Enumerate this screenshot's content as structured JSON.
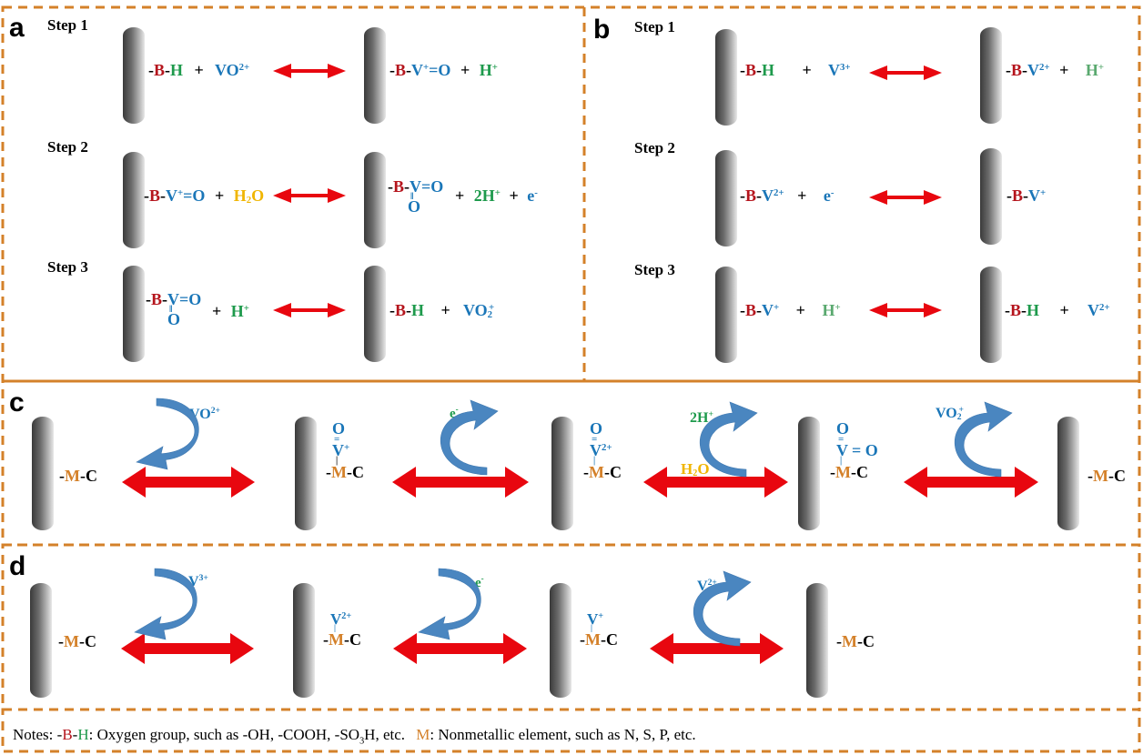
{
  "colors": {
    "frame": "#d4812a",
    "arrow": "#e8070f",
    "curved_arrow": "#4a86c0",
    "B": "#b5151d",
    "H": "#1e9a4c",
    "V": "#1a76b8",
    "H2O": "#f0b500",
    "M": "#d4812a"
  },
  "panels": {
    "a": {
      "letter": "a",
      "steps": [
        {
          "label": "Step 1",
          "left": {
            "B": "B",
            "H": "H",
            "plus": "+",
            "reagent": "VO",
            "reagent_sup": "2+"
          },
          "right": {
            "B": "B",
            "V": "V",
            "V_sup": "+",
            "bond": "=O",
            "plus": "+",
            "product": "H",
            "product_sup": "+"
          }
        },
        {
          "label": "Step 2",
          "left": {
            "B": "B",
            "V": "V",
            "V_sup": "+",
            "bond": "=O",
            "plus": "+",
            "reagent": "H",
            "reagent_sub": "2",
            "reagent_tail": "O"
          },
          "right": {
            "B": "B",
            "V": "V",
            "bond": "=O",
            "below": "O",
            "plus1": "+",
            "product1": "2H",
            "product1_sup": "+",
            "plus2": "+",
            "product2": "e",
            "product2_sup": "-"
          }
        },
        {
          "label": "Step 3",
          "left": {
            "B": "B",
            "V": "V",
            "bond": "=O",
            "below": "O",
            "plus": "+",
            "reagent": "H",
            "reagent_sup": "+"
          },
          "right": {
            "B": "B",
            "H": "H",
            "plus": "+",
            "product": "VO",
            "product_sub": "2",
            "product_sup": "+"
          }
        }
      ]
    },
    "b": {
      "letter": "b",
      "steps": [
        {
          "label": "Step 1",
          "left": {
            "B": "B",
            "H": "H",
            "plus": "+",
            "reagent": "V",
            "reagent_sup": "3+"
          },
          "right": {
            "B": "B",
            "V": "V",
            "V_sup": "2+",
            "plus": "+",
            "product": "H",
            "product_sup": "+"
          }
        },
        {
          "label": "Step 2",
          "left": {
            "B": "B",
            "V": "V",
            "V_sup": "2+",
            "plus": "+",
            "reagent": "e",
            "reagent_sup": "-"
          },
          "right": {
            "B": "B",
            "V": "V",
            "V_sup": "+"
          }
        },
        {
          "label": "Step 3",
          "left": {
            "B": "B",
            "V": "V",
            "V_sup": "+",
            "plus": "+",
            "reagent": "H",
            "reagent_sup": "+"
          },
          "right": {
            "B": "B",
            "H": "H",
            "plus": "+",
            "product": "V",
            "product_sup": "2+"
          }
        }
      ]
    },
    "c": {
      "letter": "c",
      "surface": {
        "M": "M",
        "C": "C"
      },
      "species": [
        {
          "O": "O",
          "bond": "=",
          "V": "V",
          "V_sup": "+"
        },
        {
          "O": "O",
          "bond": "=",
          "V": "V",
          "V_sup": "2+"
        },
        {
          "O": "O",
          "bond": "=",
          "V": "V",
          "side": "= O"
        }
      ],
      "transfers": [
        {
          "label": "VO",
          "sup": "2+",
          "direction": "in"
        },
        {
          "label": "e",
          "sup": "-",
          "direction": "out"
        },
        {
          "label": "2H",
          "sup": "+",
          "direction": "out",
          "extra": "H",
          "extra_sub": "2",
          "extra_tail": "O"
        },
        {
          "label": "VO",
          "sub": "2",
          "sup": "+",
          "direction": "out"
        }
      ]
    },
    "d": {
      "letter": "d",
      "surface": {
        "M": "M",
        "C": "C"
      },
      "species": [
        {
          "V": "V",
          "V_sup": "2+"
        },
        {
          "V": "V",
          "V_sup": "+"
        }
      ],
      "transfers": [
        {
          "label": "V",
          "sup": "3+",
          "direction": "in"
        },
        {
          "label": "e",
          "sup": "-",
          "direction": "in"
        },
        {
          "label": "V",
          "sup": "2+",
          "direction": "out"
        }
      ]
    }
  },
  "notes": {
    "prefix": "Notes: ",
    "bh_B": "B",
    "bh_H": "H",
    "bh_text_1": ": Oxygen group, such as -OH, -COOH, -SO",
    "bh_sub": "3",
    "bh_text_2": "H, etc.",
    "m_label": "M",
    "m_text": ": Nonmetallic element, such as N, S, P, etc."
  }
}
